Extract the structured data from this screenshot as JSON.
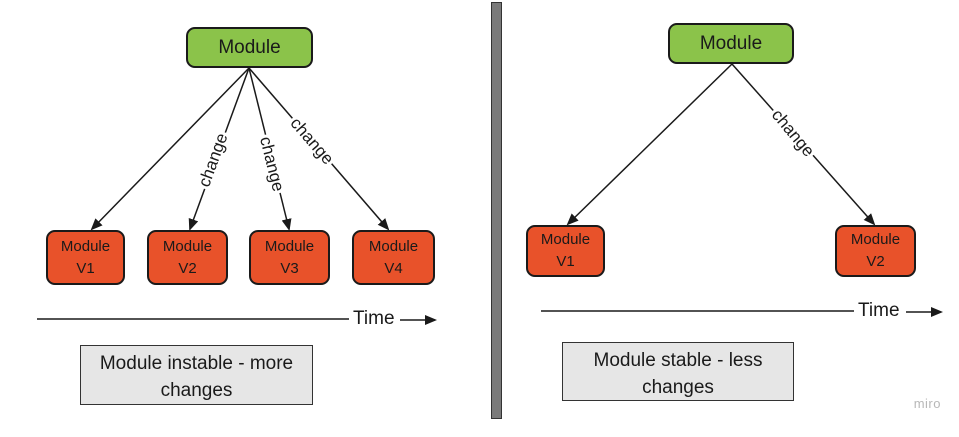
{
  "left_panel": {
    "root_label": "Module",
    "versions": [
      {
        "line1": "Module",
        "line2": "V1"
      },
      {
        "line1": "Module",
        "line2": "V2"
      },
      {
        "line1": "Module",
        "line2": "V3"
      },
      {
        "line1": "Module",
        "line2": "V4"
      }
    ],
    "edge_labels": [
      "change",
      "change",
      "change"
    ],
    "time_label": "Time",
    "note_line1": "Module instable - more",
    "note_line2": "changes"
  },
  "right_panel": {
    "root_label": "Module",
    "versions": [
      {
        "line1": "Module",
        "line2": "V1"
      },
      {
        "line1": "Module",
        "line2": "V2"
      }
    ],
    "edge_labels": [
      "change"
    ],
    "time_label": "Time",
    "note_line1": "Module stable - less",
    "note_line2": "changes"
  },
  "watermark": "miro",
  "colors": {
    "root_fill": "#8bc34a",
    "version_fill": "#e8522a",
    "note_fill": "#e6e6e6",
    "divider": "#7a7a7a"
  }
}
